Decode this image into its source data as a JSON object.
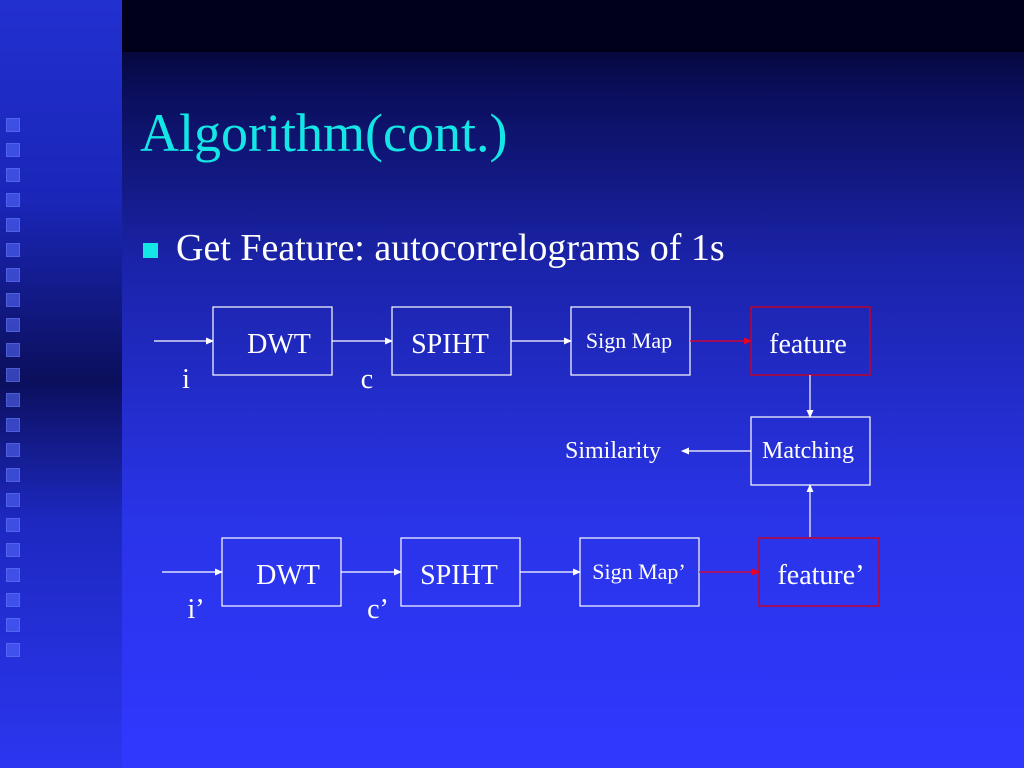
{
  "slide": {
    "title": "Algorithm(cont.)",
    "bullet": "Get Feature: autocorrelograms of 1s"
  },
  "diagram": {
    "row1": {
      "dwt": "DWT",
      "spiht": "SPIHT",
      "sign_map": "Sign Map",
      "feature": "feature",
      "input_label": "i",
      "mid_label": "c"
    },
    "row2": {
      "dwt": "DWT",
      "spiht": "SPIHT",
      "sign_map": "Sign Map’",
      "feature": "feature’",
      "input_label": "i’",
      "mid_label": "c’"
    },
    "matching": "Matching",
    "similarity": "Similarity"
  },
  "colors": {
    "title": "#14e6e6",
    "bullet_marker": "#14e6e6",
    "box_border": "#ffffff",
    "feature_border": "#cc0022",
    "red_arrow": "#ee0022"
  }
}
